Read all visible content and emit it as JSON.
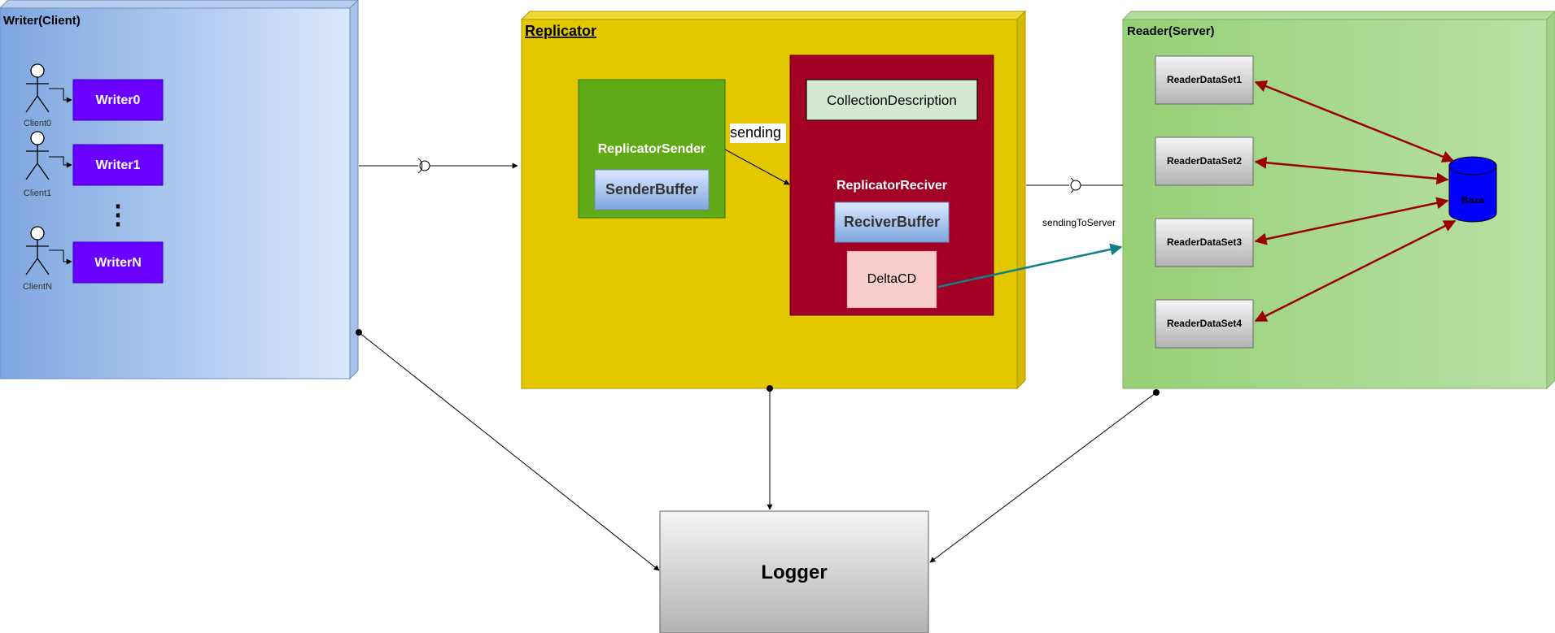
{
  "writer": {
    "title": "Writer(Client)",
    "clients": [
      {
        "name": "Client0",
        "writer": "Writer0"
      },
      {
        "name": "Client1",
        "writer": "Writer1"
      },
      {
        "name": "ClientN",
        "writer": "WriterN"
      }
    ],
    "ellipsis": "⋮"
  },
  "replicator": {
    "title": "Replicator",
    "sender": {
      "title": "ReplicatorSender",
      "buffer": "SenderBuffer"
    },
    "send_label": "sending",
    "receiver": {
      "collection": "CollectionDescription",
      "title": "ReplicatorReciver",
      "buffer": "ReciverBuffer",
      "delta": "DeltaCD"
    }
  },
  "reader": {
    "title": "Reader(Server)",
    "datasets": [
      "ReaderDataSet1",
      "ReaderDataSet2",
      "ReaderDataSet3",
      "ReaderDataSet4"
    ],
    "database": "Baza",
    "send_label": "sendingToServer"
  },
  "logger": {
    "title": "Logger"
  },
  "colors": {
    "writer_grad_start": "#7ea6e0",
    "writer_grad_end": "#dae8fc",
    "replicator_fill": "#e3c800",
    "sender_fill": "#60a917",
    "receiver_fill": "#a20025",
    "writer_box": "#6a00ff",
    "reader_grad_start": "#97d077",
    "reader_grad_end": "#b9e0a5",
    "dataset_arrow": "#990000",
    "server_arrow": "#0e8088",
    "database_fill": "#0000ff"
  }
}
